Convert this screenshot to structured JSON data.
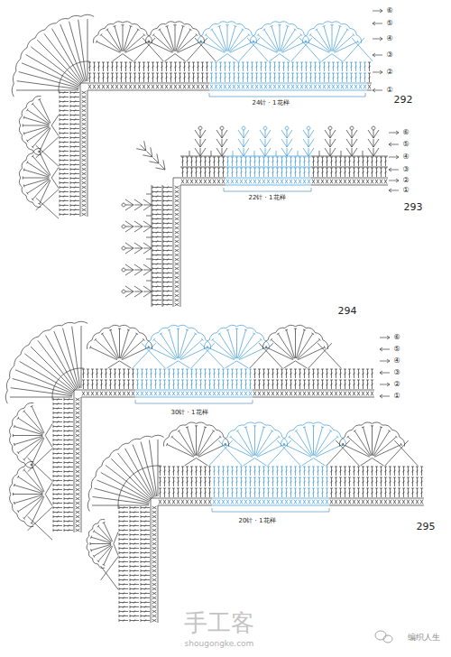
{
  "diagram": {
    "labels": [
      "⑥",
      "⑤",
      "④",
      "③",
      "②",
      "①",
      "24针 · 1花样",
      "292",
      "⑥",
      "⑤",
      "④",
      "③",
      "②",
      "①",
      "22针 · 1花样",
      "293",
      "294",
      "⑥",
      "⑤",
      "④",
      "③",
      "②",
      "①",
      "30针 · 1花样",
      "20针 · 1花样",
      "295",
      "手工客",
      "shougongke.com",
      "编织人生"
    ]
  }
}
